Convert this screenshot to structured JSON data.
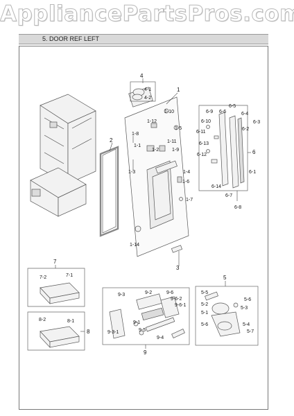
{
  "watermark": "AppliancePartsPros.com",
  "section": {
    "title": "5. DOOR REF LEFT"
  },
  "callouts": {
    "c1": "1",
    "c1_1": "1-1",
    "c1_2": "1-2",
    "c1_3": "1-3",
    "c1_4": "1-4",
    "c1_5": "1-5",
    "c1_6": "1-6",
    "c1_7": "1-7",
    "c1_8": "1-8",
    "c1_9": "1-9",
    "c1_10": "1-10",
    "c1_11": "1-11",
    "c1_12": "1-12",
    "c1_14": "1-14",
    "c2": "2",
    "c3": "3",
    "c4": "4",
    "c4_1": "4-1",
    "c4_2": "4-2",
    "c5": "5",
    "c5_1": "5-1",
    "c5_2": "5-2",
    "c5_3": "5-3",
    "c5_4": "5-4",
    "c5_5": "5-5",
    "c5_6a": "5-6",
    "c5_6b": "5-6",
    "c5_7": "5-7",
    "c6": "6",
    "c6_1": "6-1",
    "c6_2": "6-2",
    "c6_3": "6-3",
    "c6_4": "6-4",
    "c6_5": "6-5",
    "c6_6": "6-6",
    "c6_7": "6-7",
    "c6_8": "6-8",
    "c6_9": "6-9",
    "c6_10": "6-10",
    "c6_11": "6-11",
    "c6_12": "6-12",
    "c6_13": "6-13",
    "c6_14": "6-14",
    "c7": "7",
    "c7_1": "7-1",
    "c7_2": "7-2",
    "c8": "8",
    "c8_1": "8-1",
    "c8_2": "8-2",
    "c9": "9",
    "c9_1": "9-1",
    "c9_2": "9-2",
    "c9_3": "9-3",
    "c9_3_1": "9-3-1",
    "c9_4": "9-4",
    "c9_5": "9-5",
    "c9_6": "9-6",
    "c9_6_1": "9-6-1",
    "c9_6_2": "9-6-2"
  }
}
